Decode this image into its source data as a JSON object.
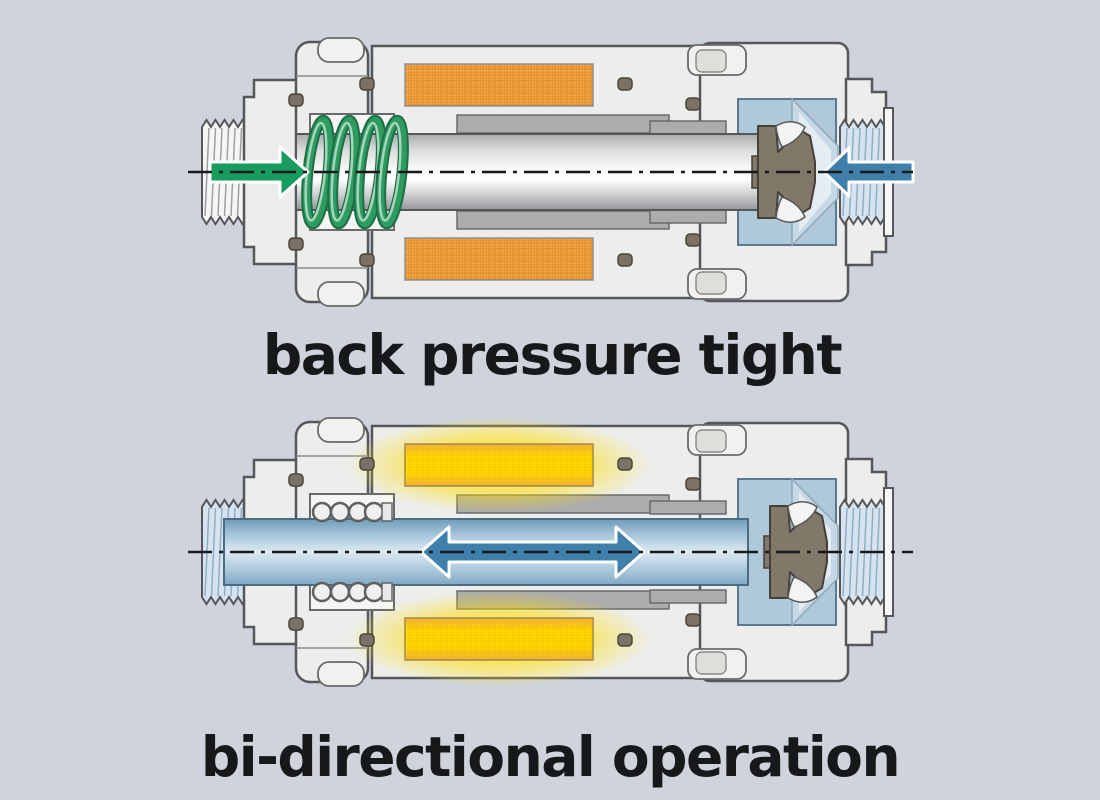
{
  "captions": {
    "top": "back pressure tight",
    "bottom": "bi-directional operation"
  },
  "icons": {
    "top_left_arrow": "inlet-flow-arrow",
    "top_right_arrow": "back-pressure-arrow",
    "bottom_center_arrow": "bi-directional-flow-arrow"
  },
  "colors": {
    "bg": "#CED3DC",
    "body": "#EDEEEC",
    "outline": "#56575B",
    "copper": "#F3A646",
    "copper_grid": "#D8821E",
    "yellow": "#FFD900",
    "yellow_edge": "#F5B23C",
    "glow": "#FFE34F",
    "spring": "#2E9C60",
    "spring_dark": "#1E6F45",
    "spring_light": "#A5D6BC",
    "green": "#169C5D",
    "blue": "#3E80A9",
    "chamber": "#AFC9DB",
    "cone": "#C6D8E5",
    "fluid_light": "#D7E4EF",
    "fluid_mid": "#A9C7DB",
    "fluid_dark": "#6E9CBA",
    "poppet": "#82786A",
    "oring": "#7A7265",
    "metal": "#ACACAC",
    "white_part": "#F5F5F3",
    "text": "#17181A"
  }
}
